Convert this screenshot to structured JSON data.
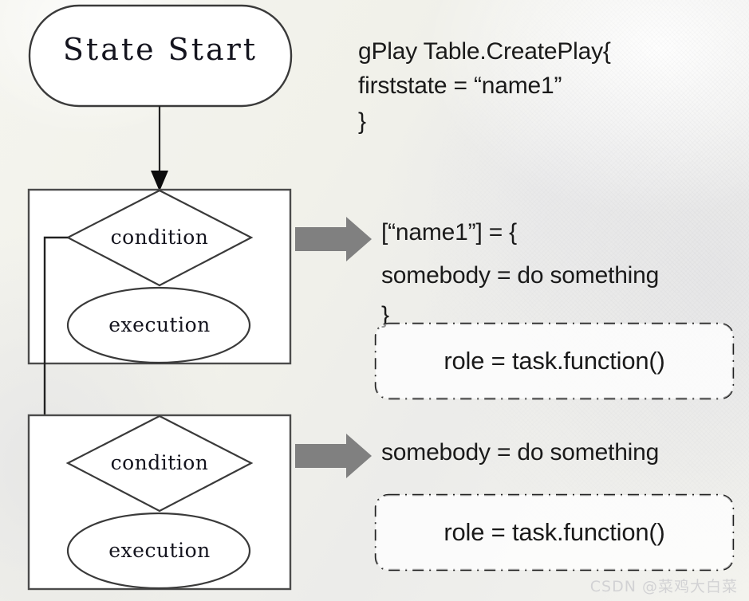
{
  "slide": {
    "background_color": "#f2f2ea",
    "watermark": "CSDN @菜鸡大白菜"
  },
  "flowchart": {
    "start_node": {
      "label": "State Start",
      "shape": "rounded-rect"
    },
    "blocks": [
      {
        "id": "block-1",
        "condition_label": "condition",
        "execution_label": "execution"
      },
      {
        "id": "block-2",
        "condition_label": "condition",
        "execution_label": "execution"
      }
    ]
  },
  "annotations": {
    "create_play": {
      "line1": "gPlay Table.CreatePlay{",
      "line2": "firststate = “name1”",
      "line3": "}"
    },
    "state_def": {
      "line1": "[“name1”] = {",
      "line2": "somebody = do something",
      "line3": "}"
    },
    "dashed_box_1": {
      "text": "role = task.function()"
    },
    "state_def_2": {
      "line1": "somebody = do something"
    },
    "dashed_box_2": {
      "text": "role = task.function()"
    }
  },
  "colors": {
    "arrow_gray": "#808080",
    "stroke_dark": "#3a3a3a",
    "text_dark": "#1a1a1a",
    "watermark_gray": "#d2d2d4"
  }
}
